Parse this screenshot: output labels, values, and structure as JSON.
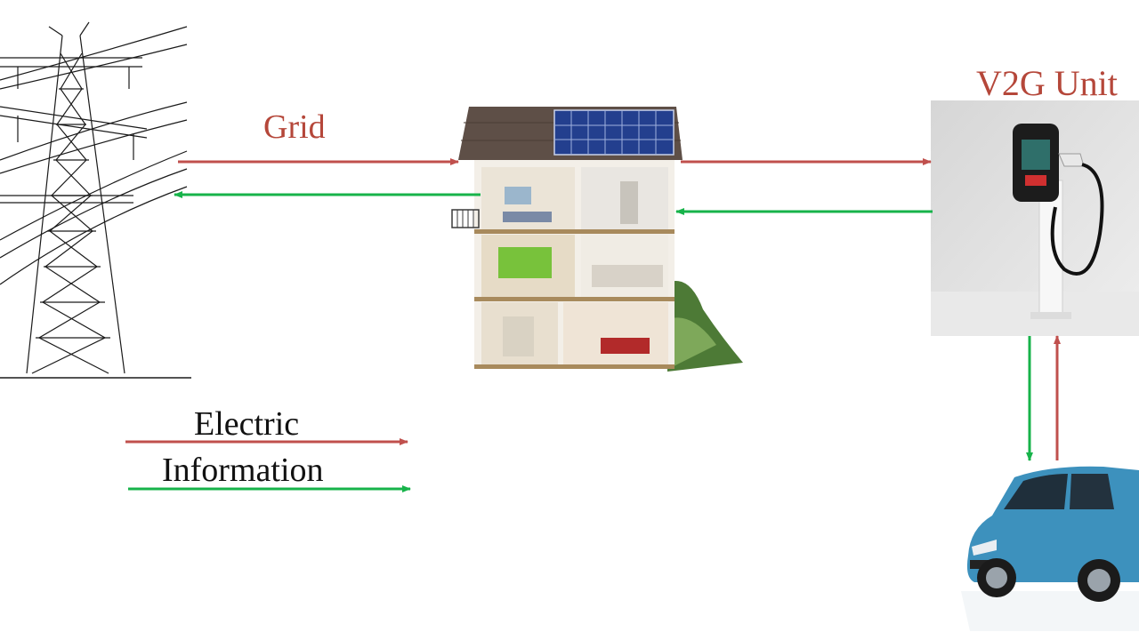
{
  "labels": {
    "grid": "Grid",
    "v2g_unit": "V2G Unit"
  },
  "legend": {
    "electric": "Electric",
    "information": "Information"
  },
  "colors": {
    "electric_flow": "#c0504d",
    "information_flow": "#17b34a",
    "label_accent": "#b5473a"
  }
}
